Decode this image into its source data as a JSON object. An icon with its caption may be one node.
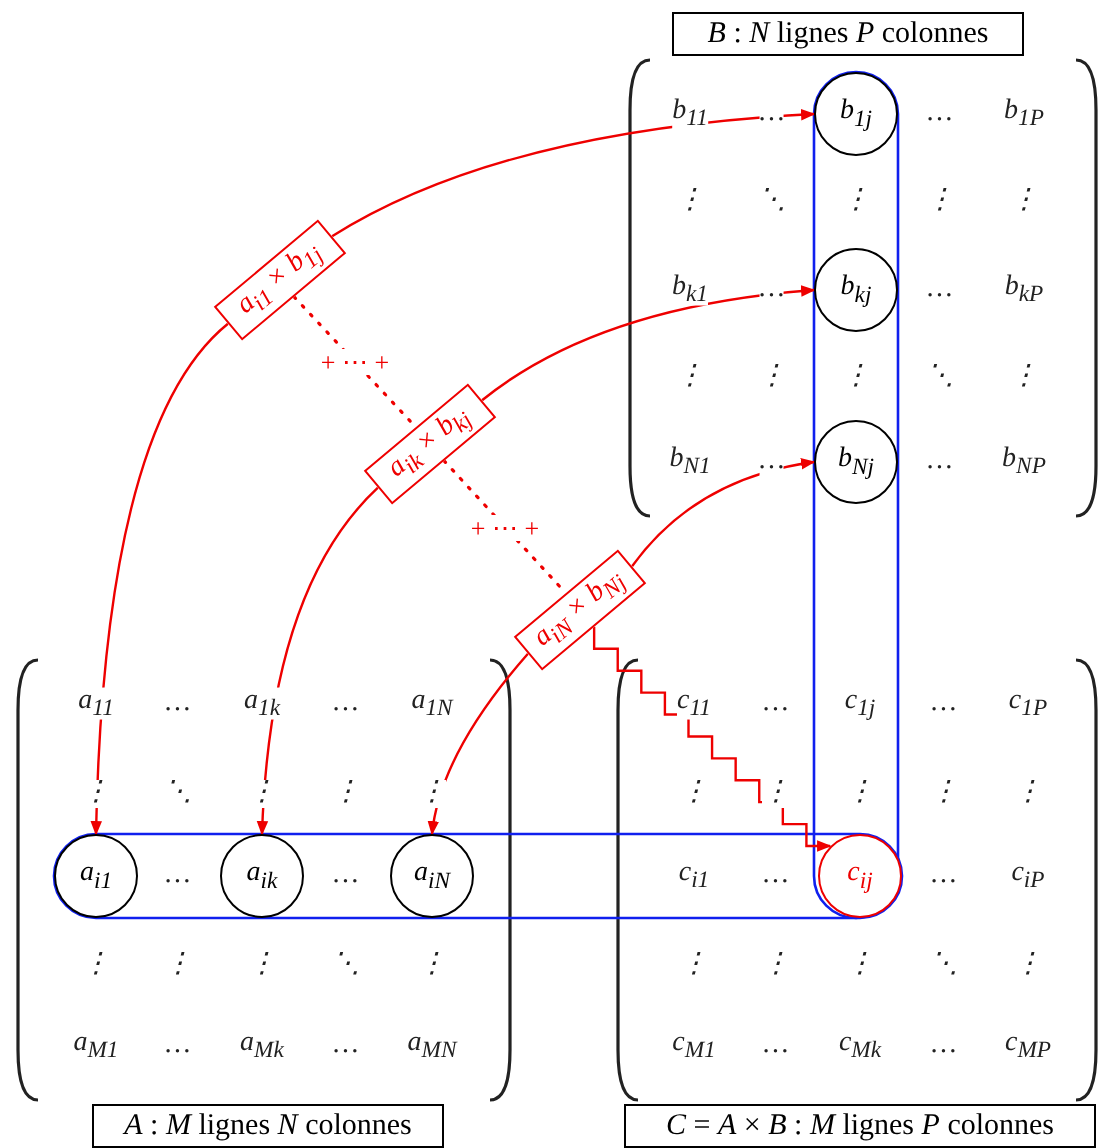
{
  "diagram": {
    "nodes": [
      {
        "text": [
          "*B* : *N* lignes *P* colonnes"
        ]
      },
      {
        "text": [
          "b$_{1j}$"
        ]
      },
      {
        "text": [
          "b$_{kj}$"
        ]
      },
      {
        "text": [
          "b$_{Nj}$"
        ]
      },
      {
        "text": [
          "a$_{i1}$ × b$_{1j}$"
        ]
      },
      {
        "text": [
          "a$_{ik}$ × b$_{kj}$"
        ]
      },
      {
        "text": [
          "a$_{iN}$ × b$_{Nj}$"
        ]
      },
      {
        "text": [
          "a$_{i1}$"
        ]
      },
      {
        "text": [
          "a$_{ik}$"
        ]
      },
      {
        "text": [
          "a$_{iN}$"
        ]
      },
      {
        "text": [
          "c$_{ij}$"
        ]
      },
      {
        "text": [
          "*A* : *M* lignes *N* colonnes"
        ]
      },
      {
        "text": [
          "*C* = *A* × *B* : *M* lignes *P* colonnes"
        ]
      }
    ],
    "edges": [
      {
        "from": 4,
        "to": 1,
        "arrow": "to"
      },
      {
        "from": 4,
        "to": 7,
        "arrow": "to"
      },
      {
        "from": 5,
        "to": 2,
        "arrow": "to"
      },
      {
        "from": 5,
        "to": 8,
        "arrow": "to"
      },
      {
        "from": 6,
        "to": 3,
        "arrow": "to"
      },
      {
        "from": 6,
        "to": 9,
        "arrow": "to"
      },
      {
        "from": 4,
        "to": 5,
        "arrow": "none",
        "style": "dashed",
        "label": "+ ⋯ +"
      },
      {
        "from": 5,
        "to": 6,
        "arrow": "none",
        "style": "dashed",
        "label": "+ ⋯ +"
      },
      {
        "from": 6,
        "to": 10,
        "arrow": "to"
      }
    ],
    "labels": [
      "b$_{11}$",
      "…",
      "…",
      "b$_{1P}$",
      "⋮",
      "⋱",
      "⋮",
      "⋮",
      "⋮",
      "b$_{k1}$",
      "…",
      "…",
      "b$_{kP}$",
      "⋮",
      "⋮",
      "⋮",
      "⋱",
      "⋮",
      "b$_{N1}$",
      "…",
      "…",
      "b$_{NP}$",
      "a$_{11}$",
      "…",
      "a$_{1k}$",
      "…",
      "a$_{1N}$",
      "⋮",
      "⋱",
      "⋮",
      "⋮",
      "⋮",
      "…",
      "…",
      "⋮",
      "⋮",
      "⋮",
      "⋱",
      "⋮",
      "a$_{M1}$",
      "…",
      "a$_{Mk}$",
      "…",
      "a$_{MN}$",
      "c$_{11}$",
      "…",
      "c$_{1j}$",
      "…",
      "c$_{1P}$",
      "⋮",
      "⋮",
      "⋮",
      "⋮",
      "⋮",
      "c$_{i1}$",
      "…",
      "…",
      "c$_{iP}$",
      "⋮",
      "⋮",
      "⋮",
      "⋱",
      "⋮",
      "c$_{M1}$",
      "…",
      "c$_{Mk}$",
      "…",
      "c$_{MP}$"
    ]
  }
}
